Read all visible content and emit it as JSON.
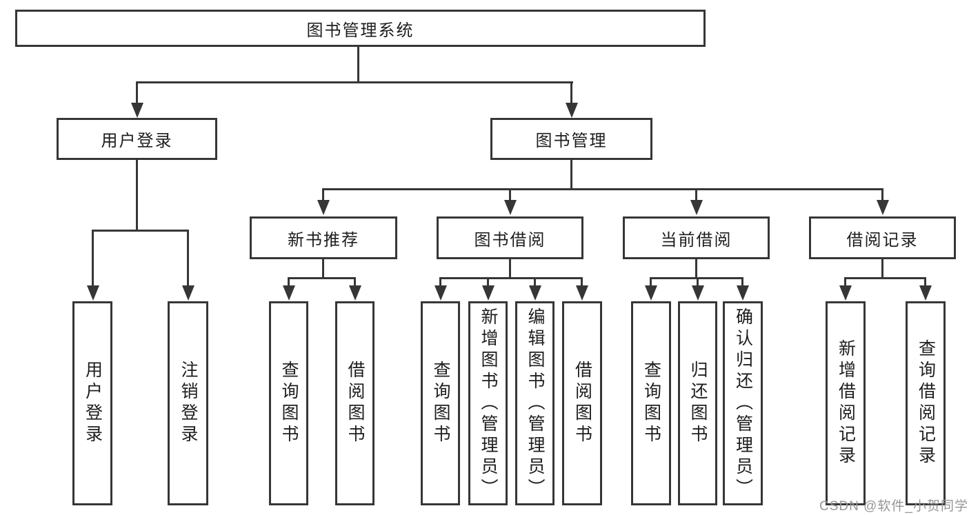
{
  "colors": {
    "line": "#363636",
    "text": "#1d1d1d",
    "background": "#ffffff",
    "watermark": "#969696"
  },
  "tree": {
    "label": "图书管理系统",
    "children": [
      {
        "label": "用户登录",
        "children": [
          {
            "label": "用户登录"
          },
          {
            "label": "注销登录"
          }
        ]
      },
      {
        "label": "图书管理",
        "children": [
          {
            "label": "新书推荐",
            "children": [
              {
                "label": "查询图书"
              },
              {
                "label": "借阅图书"
              }
            ]
          },
          {
            "label": "图书借阅",
            "children": [
              {
                "label": "查询图书"
              },
              {
                "label": "新增图书（管理员）"
              },
              {
                "label": "编辑图书（管理员）"
              },
              {
                "label": "借阅图书"
              }
            ]
          },
          {
            "label": "当前借阅",
            "children": [
              {
                "label": "查询图书"
              },
              {
                "label": "归还图书"
              },
              {
                "label": "确认归还（管理员）"
              }
            ]
          },
          {
            "label": "借阅记录",
            "children": [
              {
                "label": "新增借阅记录"
              },
              {
                "label": "查询借阅记录"
              }
            ]
          }
        ]
      }
    ]
  },
  "watermark": {
    "text": "CSDN @软件_小贺同学"
  }
}
